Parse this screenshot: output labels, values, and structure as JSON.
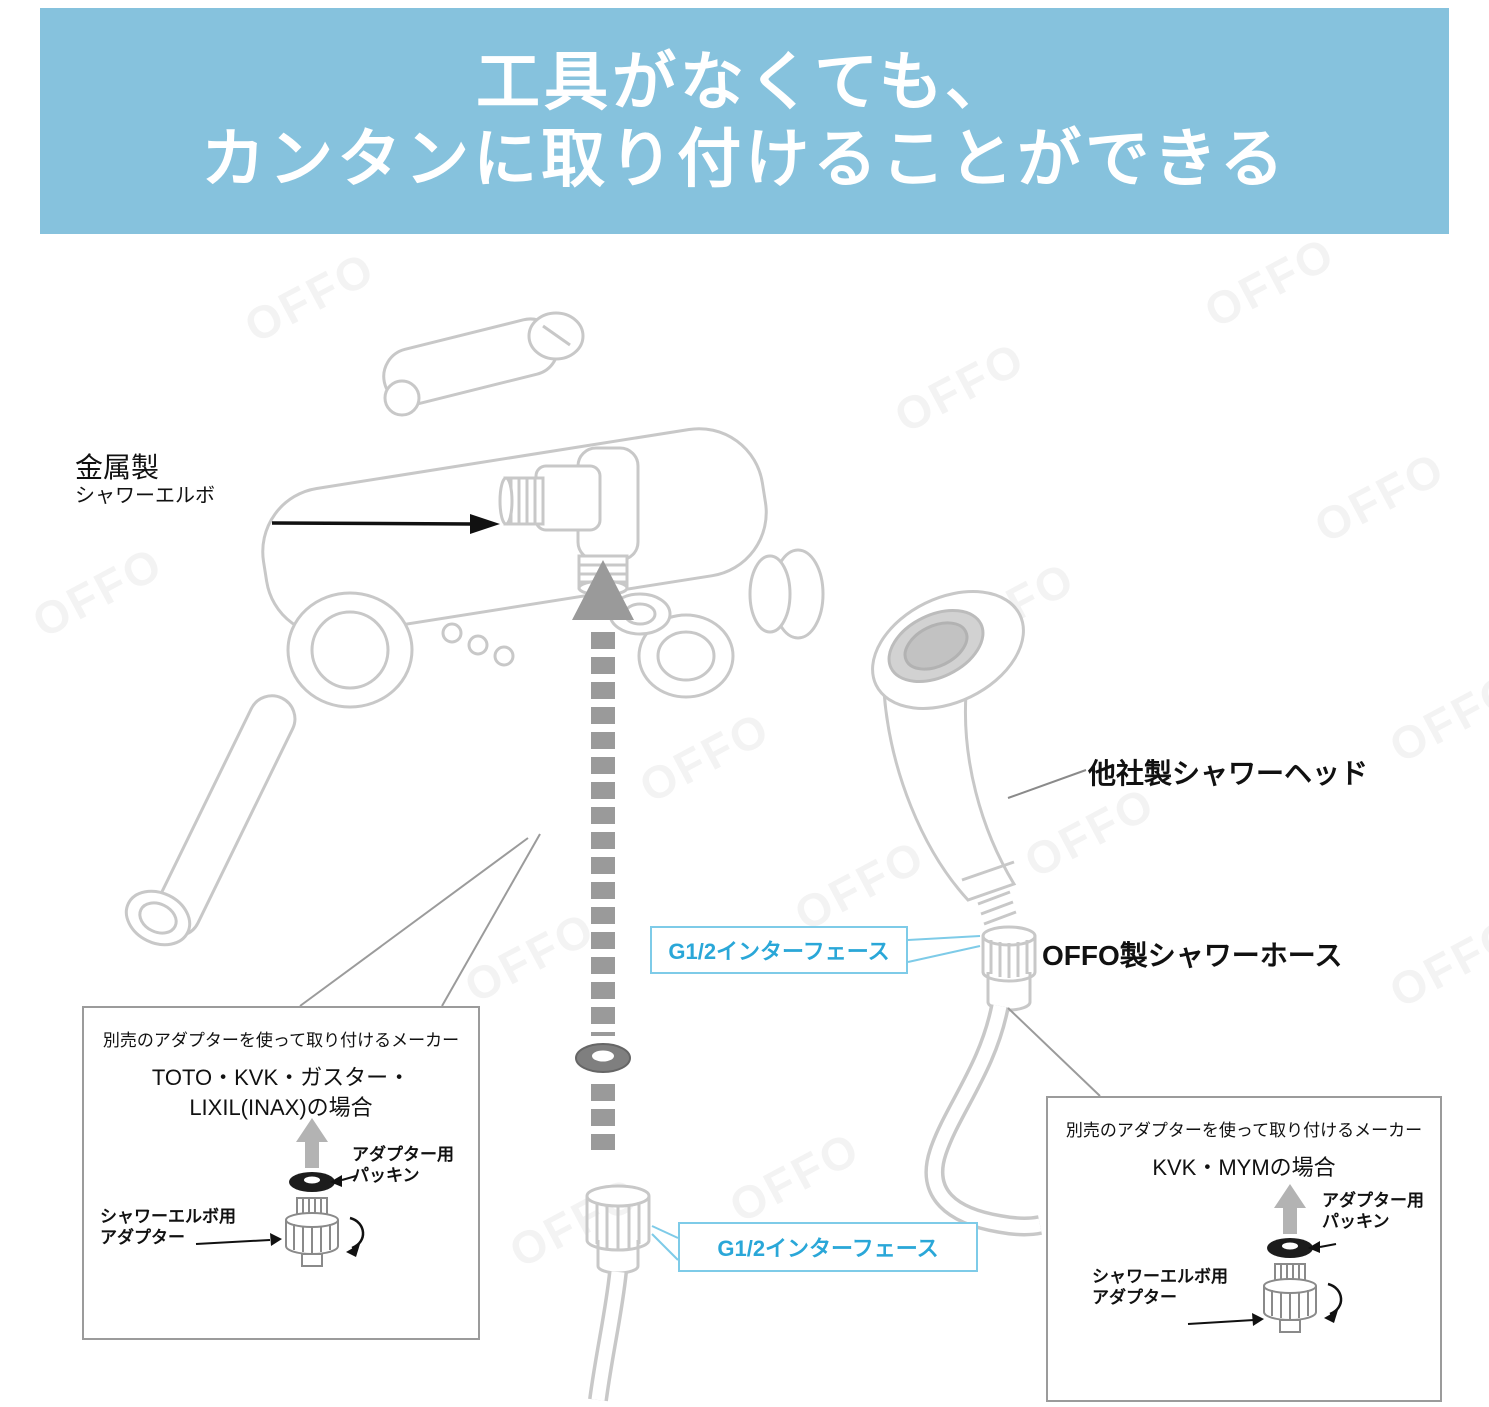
{
  "header": {
    "line1": "工具がなくても、",
    "line2": "カンタンに取り付けることができる"
  },
  "watermark": "OFFO",
  "diagram": {
    "metal_elbow": {
      "line1": "金属製",
      "line2": "シャワーエルボ"
    },
    "other_shower_head": "他社製シャワーヘッド",
    "offo_hose": "OFFO製シャワーホース",
    "g12_top": "G1/2インターフェース",
    "g12_bottom": "G1/2インターフェース"
  },
  "callout_left": {
    "title": "別売のアダプターを使って取り付けるメーカー",
    "subtitle_line1": "TOTO・KVK・ガスター・",
    "subtitle_line2": "LIXIL(INAX)の場合",
    "packing_line1": "アダプター用",
    "packing_line2": "パッキン",
    "adapter_line1": "シャワーエルボ用",
    "adapter_line2": "アダプター"
  },
  "callout_right": {
    "title": "別売のアダプターを使って取り付けるメーカー",
    "subtitle": "KVK・MYMの場合",
    "packing_line1": "アダプター用",
    "packing_line2": "パッキン",
    "adapter_line1": "シャワーエルボ用",
    "adapter_line2": "アダプター"
  },
  "colors": {
    "header_bg": "#86c2dd",
    "accent_blue": "#2aa7d8",
    "box_border_blue": "#7ecbe8"
  }
}
